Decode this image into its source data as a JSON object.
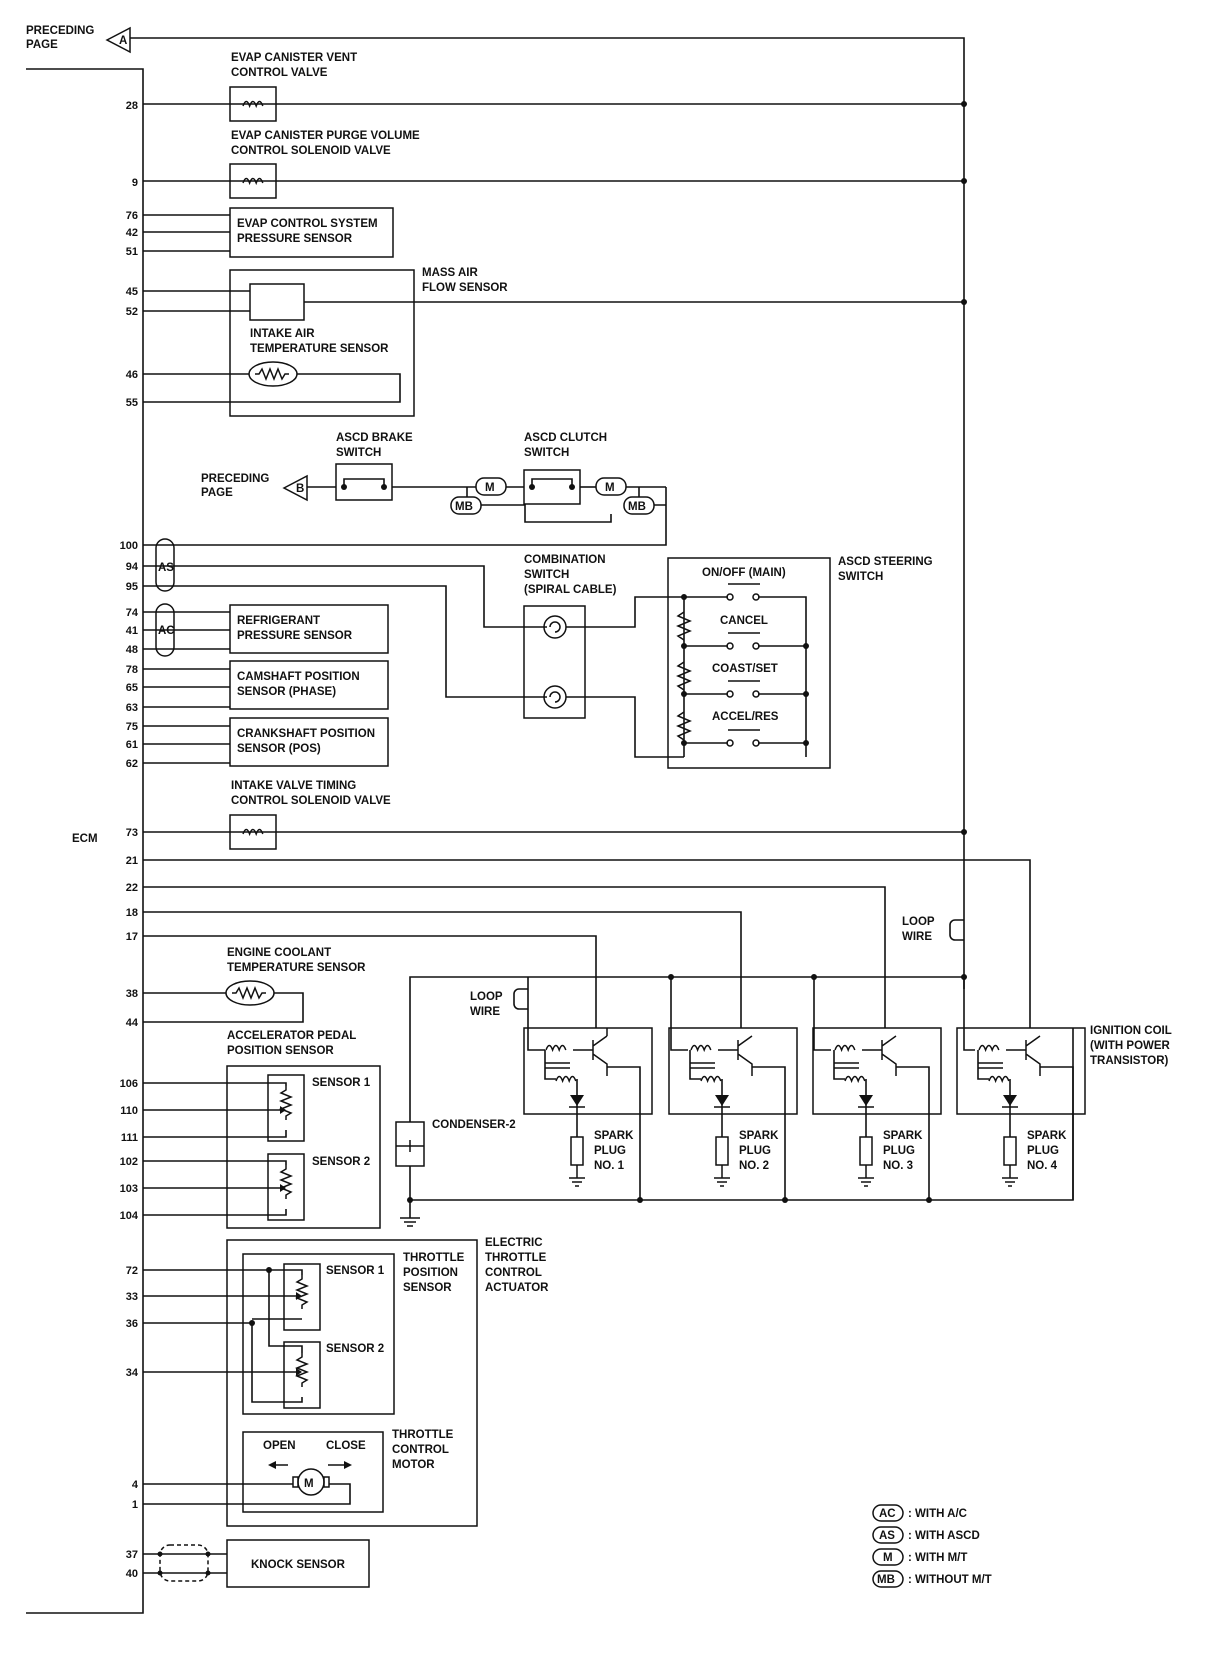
{
  "ecm_label": "ECM",
  "preceding_a": {
    "line1": "PRECEDING",
    "line2": "PAGE",
    "tag": "A"
  },
  "preceding_b": {
    "line1": "PRECEDING",
    "line2": "PAGE",
    "tag": "B"
  },
  "components": {
    "evap_vent": {
      "line1": "EVAP CANISTER VENT",
      "line2": "CONTROL VALVE"
    },
    "evap_purge": {
      "line1": "EVAP CANISTER PURGE VOLUME",
      "line2": "CONTROL SOLENOID VALVE"
    },
    "evap_pressure": {
      "line1": "EVAP CONTROL SYSTEM",
      "line2": "PRESSURE SENSOR"
    },
    "maf": {
      "line1": "MASS AIR",
      "line2": "FLOW SENSOR"
    },
    "iat": {
      "line1": "INTAKE AIR",
      "line2": "TEMPERATURE SENSOR"
    },
    "asc_brake": {
      "line1": "ASCD BRAKE",
      "line2": "SWITCH"
    },
    "asc_clutch": {
      "line1": "ASCD CLUTCH",
      "line2": "SWITCH"
    },
    "combination": {
      "line1": "COMBINATION",
      "line2": "SWITCH",
      "line3": "(SPIRAL CABLE)"
    },
    "ascd_steering": {
      "line1": "ASCD STEERING",
      "line2": "SWITCH"
    },
    "steering_buttons": [
      "ON/OFF (MAIN)",
      "CANCEL",
      "COAST/SET",
      "ACCEL/RES"
    ],
    "refrigerant": {
      "line1": "REFRIGERANT",
      "line2": "PRESSURE SENSOR"
    },
    "camshaft": {
      "line1": "CAMSHAFT POSITION",
      "line2": "SENSOR (PHASE)"
    },
    "crankshaft": {
      "line1": "CRANKSHAFT POSITION",
      "line2": "SENSOR (POS)"
    },
    "intake_valve": {
      "line1": "INTAKE VALVE TIMING",
      "line2": "CONTROL SOLENOID VALVE"
    },
    "loop_wire": {
      "line1": "LOOP",
      "line2": "WIRE"
    },
    "ect": {
      "line1": "ENGINE COOLANT",
      "line2": "TEMPERATURE SENSOR"
    },
    "app": {
      "line1": "ACCELERATOR PEDAL",
      "line2": "POSITION SENSOR"
    },
    "sensor1": "SENSOR 1",
    "sensor2": "SENSOR 2",
    "condenser": "CONDENSER-2",
    "ignition_coil": {
      "line1": "IGNITION COIL",
      "line2": "(WITH POWER",
      "line3": "TRANSISTOR)"
    },
    "spark_plugs": [
      {
        "line1": "SPARK",
        "line2": "PLUG",
        "line3": "NO. 1"
      },
      {
        "line1": "SPARK",
        "line2": "PLUG",
        "line3": "NO. 2"
      },
      {
        "line1": "SPARK",
        "line2": "PLUG",
        "line3": "NO. 3"
      },
      {
        "line1": "SPARK",
        "line2": "PLUG",
        "line3": "NO. 4"
      }
    ],
    "tps": {
      "line1": "THROTTLE",
      "line2": "POSITION",
      "line3": "SENSOR"
    },
    "etc": {
      "line1": "ELECTRIC",
      "line2": "THROTTLE",
      "line3": "CONTROL",
      "line4": "ACTUATOR"
    },
    "motor": {
      "line1": "THROTTLE",
      "line2": "CONTROL",
      "line3": "MOTOR",
      "open": "OPEN",
      "close": "CLOSE",
      "symbol": "M"
    },
    "knock": "KNOCK SENSOR"
  },
  "connector_tags": {
    "as": "AS",
    "ac": "AC",
    "m": "M",
    "mb": "MB"
  },
  "pins": {
    "evap_vent": [
      "28"
    ],
    "evap_purge": [
      "9"
    ],
    "evap_pressure": [
      "76",
      "42",
      "51"
    ],
    "maf": [
      "45",
      "52"
    ],
    "iat": [
      "46",
      "55"
    ],
    "as": [
      "100",
      "94",
      "95"
    ],
    "ac": [
      "74",
      "41",
      "48"
    ],
    "camshaft": [
      "78",
      "65",
      "63"
    ],
    "crankshaft": [
      "75",
      "61",
      "62"
    ],
    "intake_valve": [
      "73"
    ],
    "ignition": [
      "21",
      "22",
      "18",
      "17"
    ],
    "ect": [
      "38",
      "44"
    ],
    "app": [
      "106",
      "110",
      "111",
      "102",
      "103",
      "104"
    ],
    "tps": [
      "72",
      "33",
      "36",
      "34"
    ],
    "motor": [
      "4",
      "1"
    ],
    "knock": [
      "37",
      "40"
    ]
  },
  "legend": [
    {
      "tag": "AC",
      "text": ": WITH A/C"
    },
    {
      "tag": "AS",
      "text": ": WITH ASCD"
    },
    {
      "tag": "M",
      "text": ": WITH M/T"
    },
    {
      "tag": "MB",
      "text": ": WITHOUT M/T"
    }
  ]
}
